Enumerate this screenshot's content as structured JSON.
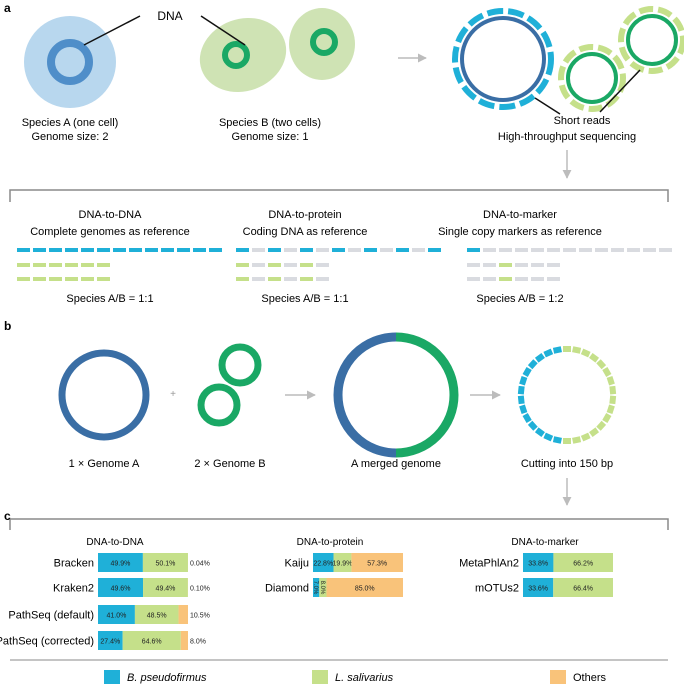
{
  "colors": {
    "blue_light": "#1fb0d8",
    "blue_dark": "#3a6ea5",
    "green_light": "#c5e08a",
    "green_dark": "#1aa865",
    "orange": "#f9c37a",
    "gray": "#d9dbe0",
    "cell_blue": "#b8d7ee",
    "cell_green": "#cfe3b4",
    "ring_blue": "#4f8ec9"
  },
  "panel_a": {
    "label": "a",
    "dna_label": "DNA",
    "species_a": {
      "line1": "Species A (one cell)",
      "line2": "Genome size: 2"
    },
    "species_b": {
      "line1": "Species B (two cells)",
      "line2": "Genome size: 1"
    },
    "short_reads": "Short reads",
    "sequencing": "High-throughput sequencing",
    "methods": [
      {
        "title": "DNA-to-DNA",
        "subtitle": "Complete genomes as reference",
        "ratio": "Species A/B = 1:1"
      },
      {
        "title": "DNA-to-protein",
        "subtitle": "Coding DNA as reference",
        "ratio": "Species A/B = 1:1"
      },
      {
        "title": "DNA-to-marker",
        "subtitle": "Single copy markers as reference",
        "ratio": "Species A/B = 1:2"
      }
    ]
  },
  "panel_b": {
    "label": "b",
    "plus": "+",
    "captions": [
      "1 × Genome A",
      "2 × Genome B",
      "A merged genome",
      "Cutting into 150 bp"
    ]
  },
  "panel_c": {
    "label": "c",
    "groups": [
      {
        "title": "DNA-to-DNA"
      },
      {
        "title": "DNA-to-protein"
      },
      {
        "title": "DNA-to-marker"
      }
    ],
    "bars": [
      {
        "name": "Bracken",
        "values": [
          49.9,
          50.1,
          0.04
        ],
        "labels": [
          "49.9%",
          "50.1%",
          "0.04%"
        ]
      },
      {
        "name": "Kraken2",
        "values": [
          49.6,
          49.4,
          0.1
        ],
        "labels": [
          "49.6%",
          "49.4%",
          "0.10%"
        ]
      },
      {
        "name": "PathSeq (default)",
        "values": [
          41.0,
          48.5,
          10.5
        ],
        "labels": [
          "41.0%",
          "48.5%",
          "10.5%"
        ]
      },
      {
        "name": "PathSeq (corrected)",
        "values": [
          27.4,
          64.6,
          8.0
        ],
        "labels": [
          "27.4%",
          "64.6%",
          "8.0%"
        ]
      },
      {
        "name": "Kaiju",
        "values": [
          22.8,
          19.9,
          57.3
        ],
        "labels": [
          "22.8%",
          "19.9%",
          "57.3%"
        ]
      },
      {
        "name": "Diamond",
        "values": [
          7.0,
          8.0,
          85.0
        ],
        "labels": [
          "7.0%",
          "8.0%",
          "85.0%"
        ]
      },
      {
        "name": "MetaPhlAn2",
        "values": [
          33.8,
          66.2,
          0
        ],
        "labels": [
          "33.8%",
          "66.2%",
          ""
        ]
      },
      {
        "name": "mOTUs2",
        "values": [
          33.6,
          66.4,
          0
        ],
        "labels": [
          "33.6%",
          "66.4%",
          ""
        ]
      }
    ],
    "legend": [
      "B. pseudofirmus",
      "L. salivarius",
      "Others"
    ]
  }
}
